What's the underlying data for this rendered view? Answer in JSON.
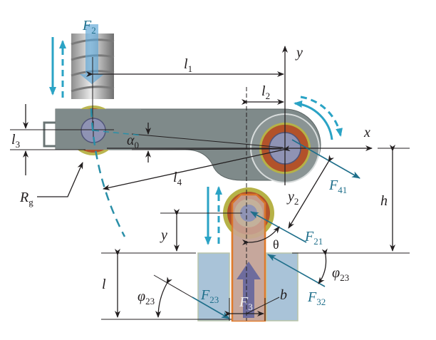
{
  "title": "Rocker-arm mechanism force and geometry diagram",
  "colors": {
    "lever": "#7f8a8a",
    "roller_outer": "#b6b247",
    "roller_ring": "#b2522a",
    "pin": "#8f93b4",
    "slot_block": "#a9c3d8",
    "plunger": "#b6a9a9",
    "plunger_outline": "#e07a2a",
    "force_arrow": "#2aa3c5",
    "force_line": "#1f6f8b",
    "f3_arrow": "#6e6c9d"
  },
  "labels": {
    "F2": {
      "main": "F",
      "sub": "2"
    },
    "l1": {
      "main": "l",
      "sub": "1"
    },
    "l2": {
      "main": "l",
      "sub": "2"
    },
    "l3": {
      "main": "l",
      "sub": "3"
    },
    "l4": {
      "main": "l",
      "sub": "4"
    },
    "alpha0": {
      "main": "α",
      "sub": "0"
    },
    "Rg": {
      "main": "R",
      "sub": "g"
    },
    "y_axis": "y",
    "x_axis": "x",
    "y2": {
      "main": "y",
      "sub": "2"
    },
    "F41": {
      "main": "F",
      "sub": "41"
    },
    "h": "h",
    "y": "y",
    "F21": {
      "main": "F",
      "sub": "21"
    },
    "theta": "θ",
    "l": "l",
    "phi23_left": {
      "main": "φ",
      "sub": "23"
    },
    "phi23_right": {
      "main": "φ",
      "sub": "23"
    },
    "F23": {
      "main": "F",
      "sub": "23"
    },
    "F3": {
      "main": "F",
      "sub": "3"
    },
    "b": "b",
    "F32": {
      "main": "F",
      "sub": "32"
    }
  }
}
